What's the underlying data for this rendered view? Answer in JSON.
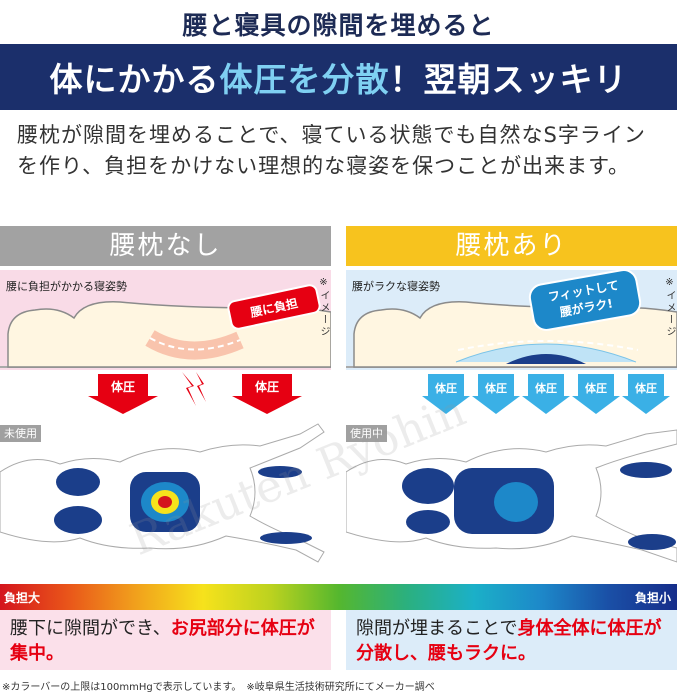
{
  "header": {
    "subtitle": "腰と寝具の隙間を埋めると",
    "banner_part1": "体にかかる",
    "banner_highlight": "体圧を分散",
    "banner_part2": "！翌朝スッキリ"
  },
  "description": "腰枕が隙間を埋めることで、寝ている状態でも自然なS字ラインを作り、負担をかけない理想的な寝姿を保つことが出来ます。",
  "left": {
    "heading": "腰枕なし",
    "scene_label": "腰に負担がかかる寝姿勢",
    "callout": "腰に負担",
    "arrow_label": "体圧",
    "usage_tag": "未使用",
    "bottom_plain": "腰下に隙間ができ、",
    "bottom_red": "お尻部分に体圧が集中。"
  },
  "right": {
    "heading": "腰枕あり",
    "scene_label": "腰がラクな寝姿勢",
    "callout_line1": "フィットして",
    "callout_line2": "腰がラク!",
    "arrow_label": "体圧",
    "usage_tag": "使用中",
    "bottom_plain": "隙間が埋まることで",
    "bottom_red": "身体全体に体圧が分散し、腰もラクに。"
  },
  "image_note": "※イメージ",
  "scale": {
    "left_label": "負担大",
    "right_label": "負担小"
  },
  "footnote": "※カラーバーの上限は100mmHgで表示しています。　※岐阜県生活技術研究所にてメーカー調べ",
  "watermark": "Rakuten Ryohin",
  "colors": {
    "navy": "#1b2f6b",
    "highlight_blue": "#7fd0f2",
    "left_accent": "#a2a2a2",
    "right_accent": "#f7c31e",
    "warning_red": "#e60012"
  }
}
